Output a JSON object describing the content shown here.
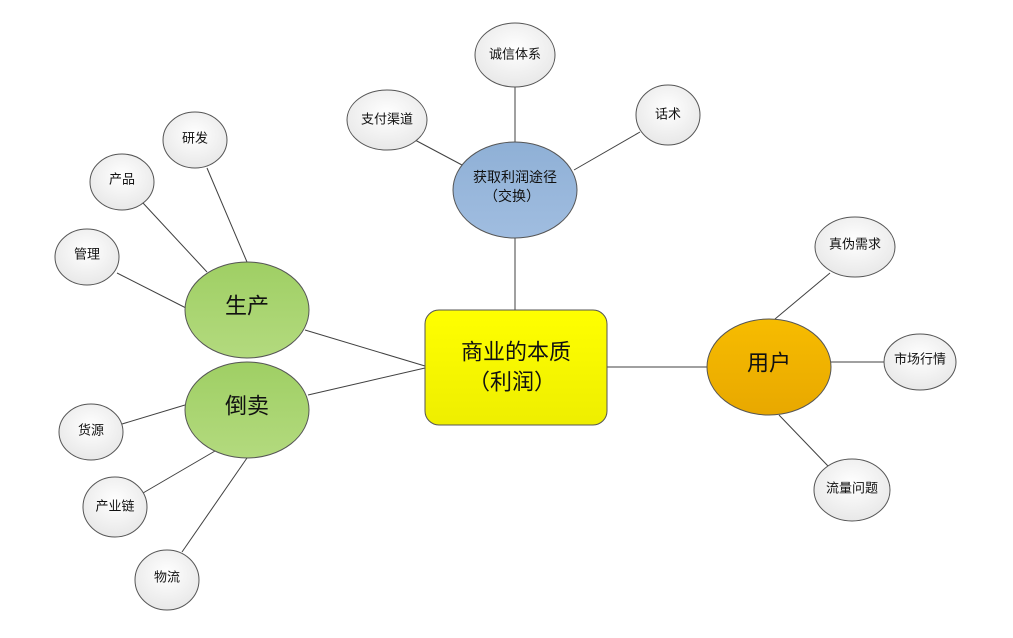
{
  "center": {
    "line1": "商业的本质",
    "line2": "（利润）"
  },
  "exchange": {
    "line1": "获取利润途径",
    "line2": "（交换）",
    "children": [
      "诚信体系",
      "支付渠道",
      "话术"
    ]
  },
  "production": {
    "label": "生产",
    "children": [
      "研发",
      "产品",
      "管理"
    ]
  },
  "resale": {
    "label": "倒卖",
    "children": [
      "货源",
      "产业链",
      "物流"
    ]
  },
  "user": {
    "label": "用户",
    "children": [
      "真伪需求",
      "市场行情",
      "流量问题"
    ]
  },
  "colors": {
    "center": "#ffff00",
    "exchange": "#95b3d7",
    "green": "#a9d46f",
    "user": "#f5b800",
    "leaf": "#f2f2f2"
  }
}
